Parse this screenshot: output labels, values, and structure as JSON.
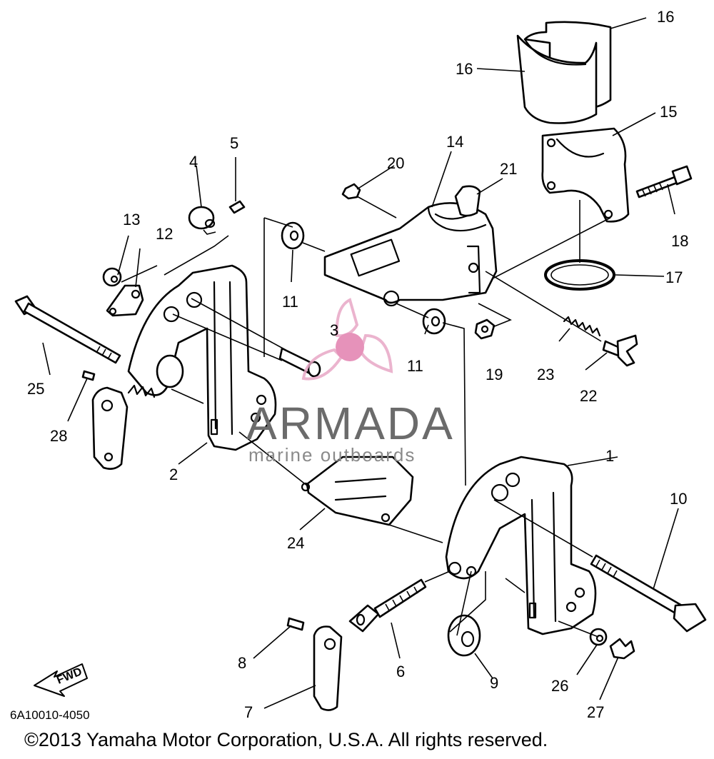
{
  "watermark": {
    "brand": "ARMADA",
    "tagline": "marine outboards",
    "logo_color": "#e8a7c6",
    "logo_center_color": "#e27fae"
  },
  "diagram": {
    "part_code": "6A10010-4050",
    "direction_marker": "FWD",
    "copyright": "©2013 Yamaha Motor Corporation, U.S.A. All rights reserved.",
    "callouts": [
      {
        "id": "c1",
        "label": "1"
      },
      {
        "id": "c2",
        "label": "2"
      },
      {
        "id": "c3",
        "label": "3"
      },
      {
        "id": "c4",
        "label": "4"
      },
      {
        "id": "c5",
        "label": "5"
      },
      {
        "id": "c6",
        "label": "6"
      },
      {
        "id": "c7",
        "label": "7"
      },
      {
        "id": "c8",
        "label": "8"
      },
      {
        "id": "c9",
        "label": "9"
      },
      {
        "id": "c10",
        "label": "10"
      },
      {
        "id": "c11a",
        "label": "11"
      },
      {
        "id": "c11b",
        "label": "11"
      },
      {
        "id": "c12",
        "label": "12"
      },
      {
        "id": "c13",
        "label": "13"
      },
      {
        "id": "c14",
        "label": "14"
      },
      {
        "id": "c15",
        "label": "15"
      },
      {
        "id": "c16a",
        "label": "16"
      },
      {
        "id": "c16b",
        "label": "16"
      },
      {
        "id": "c17",
        "label": "17"
      },
      {
        "id": "c18",
        "label": "18"
      },
      {
        "id": "c19",
        "label": "19"
      },
      {
        "id": "c20",
        "label": "20"
      },
      {
        "id": "c21",
        "label": "21"
      },
      {
        "id": "c22",
        "label": "22"
      },
      {
        "id": "c23",
        "label": "23"
      },
      {
        "id": "c24",
        "label": "24"
      },
      {
        "id": "c25",
        "label": "25"
      },
      {
        "id": "c26",
        "label": "26"
      },
      {
        "id": "c27",
        "label": "27"
      },
      {
        "id": "c28",
        "label": "28"
      }
    ]
  }
}
